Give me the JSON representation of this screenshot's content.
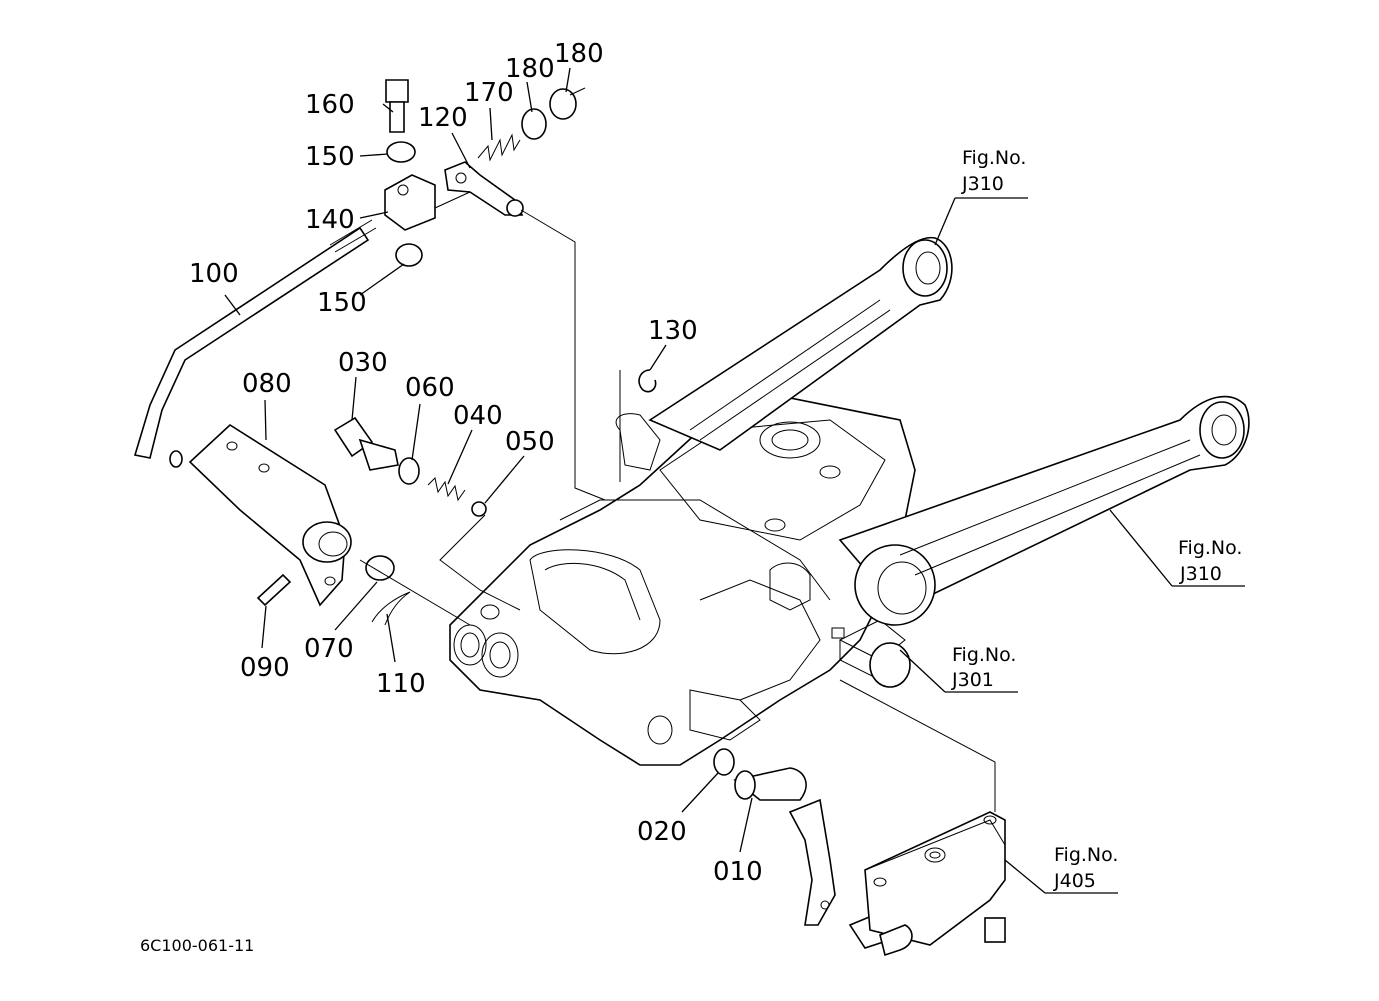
{
  "part_labels": {
    "p010": "010",
    "p020": "020",
    "p030": "030",
    "p040": "040",
    "p050": "050",
    "p060": "060",
    "p070": "070",
    "p080": "080",
    "p090": "090",
    "p100": "100",
    "p110": "110",
    "p120": "120",
    "p130": "130",
    "p140": "140",
    "p150a": "150",
    "p150b": "150",
    "p160": "160",
    "p170": "170",
    "p180a": "180",
    "p180b": "180"
  },
  "fig_refs": {
    "ref1": {
      "title": "Fig.No.",
      "code": "J310"
    },
    "ref2": {
      "title": "Fig.No.",
      "code": "J310"
    },
    "ref3": {
      "title": "Fig.No.",
      "code": "J301"
    },
    "ref4": {
      "title": "Fig.No.",
      "code": "J405"
    }
  },
  "drawing_code": "6C100-061-11"
}
